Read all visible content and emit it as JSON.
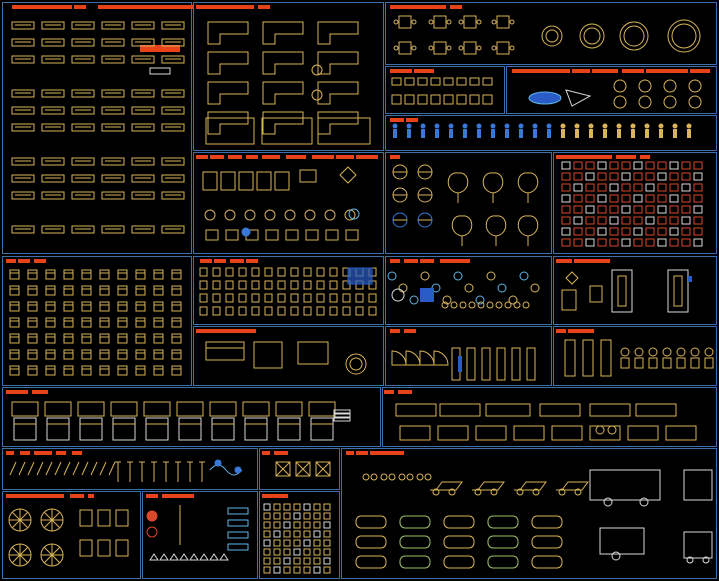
{
  "sheet": {
    "name": "",
    "colors": {
      "background": "#000000",
      "frame_border": "#3d6fa8",
      "header_tag": "#e8421a",
      "linework_gold": "#d8b45a",
      "linework_tan": "#c9a25a",
      "linework_blue": "#3a78d8",
      "linework_cyan": "#5fb6e6",
      "linework_green": "#9bbf6a",
      "linework_red": "#d84a2a",
      "linework_white": "#d9d9d9",
      "linework_grey": "#9a9a9a"
    }
  },
  "panels": [
    {
      "id": "sofas",
      "category": "sofa-sets",
      "icon": "sofa-icon",
      "palette": "gold"
    },
    {
      "id": "sectionals",
      "category": "sectional-sofas",
      "icon": "sectional-icon",
      "palette": "gold"
    },
    {
      "id": "dining-tables",
      "category": "dining-tables",
      "icon": "dining-table-icon",
      "palette": "gold"
    },
    {
      "id": "tables-small",
      "category": "small-tables",
      "icon": "table-icon",
      "palette": "gold"
    },
    {
      "id": "tables-round",
      "category": "round-tables",
      "icon": "table-icon",
      "palette": "gold"
    },
    {
      "id": "people-blue",
      "category": "people",
      "icon": "person-icon",
      "palette": "blue"
    },
    {
      "id": "misc-furniture",
      "category": "misc-furniture",
      "icon": "armchair-icon",
      "palette": "gold"
    },
    {
      "id": "trees",
      "category": "trees-plants",
      "icon": "tree-icon",
      "palette": "gold"
    },
    {
      "id": "kitchen-bath",
      "category": "kitchen-bath",
      "icon": "sink-icon",
      "palette": "red"
    },
    {
      "id": "chairs",
      "category": "chairs",
      "icon": "chair-icon",
      "palette": "gold"
    },
    {
      "id": "chairs-tables",
      "category": "chairs-tables",
      "icon": "chair-icon",
      "palette": "gold"
    },
    {
      "id": "shrubs",
      "category": "shrubs",
      "icon": "shrub-icon",
      "palette": "blue"
    },
    {
      "id": "bathroom",
      "category": "bathroom",
      "icon": "bathtub-icon",
      "palette": "gold"
    },
    {
      "id": "beds-1",
      "category": "beds",
      "icon": "bed-icon",
      "palette": "gold"
    },
    {
      "id": "doors",
      "category": "doors-windows",
      "icon": "door-icon",
      "palette": "gold"
    },
    {
      "id": "toilets",
      "category": "toilets",
      "icon": "toilet-icon",
      "palette": "gold"
    },
    {
      "id": "beds-2",
      "category": "beds",
      "icon": "bed-icon",
      "palette": "gold"
    },
    {
      "id": "beds-3",
      "category": "beds",
      "icon": "bed-icon",
      "palette": "gold"
    },
    {
      "id": "tools",
      "category": "tools",
      "icon": "hammer-icon",
      "palette": "gold"
    },
    {
      "id": "crates",
      "category": "crates",
      "icon": "box-icon",
      "palette": "gold"
    },
    {
      "id": "vehicles",
      "category": "vehicles",
      "icon": "car-icon",
      "palette": "gold"
    },
    {
      "id": "umbrellas",
      "category": "umbrellas",
      "icon": "umbrella-icon",
      "palette": "gold"
    },
    {
      "id": "garden",
      "category": "garden",
      "icon": "bench-icon",
      "palette": "gold"
    },
    {
      "id": "electrical",
      "category": "electrical",
      "icon": "lamp-icon",
      "palette": "red"
    },
    {
      "id": "misc-objects",
      "category": "misc-objects",
      "icon": "bottle-icon",
      "palette": "gold"
    }
  ]
}
